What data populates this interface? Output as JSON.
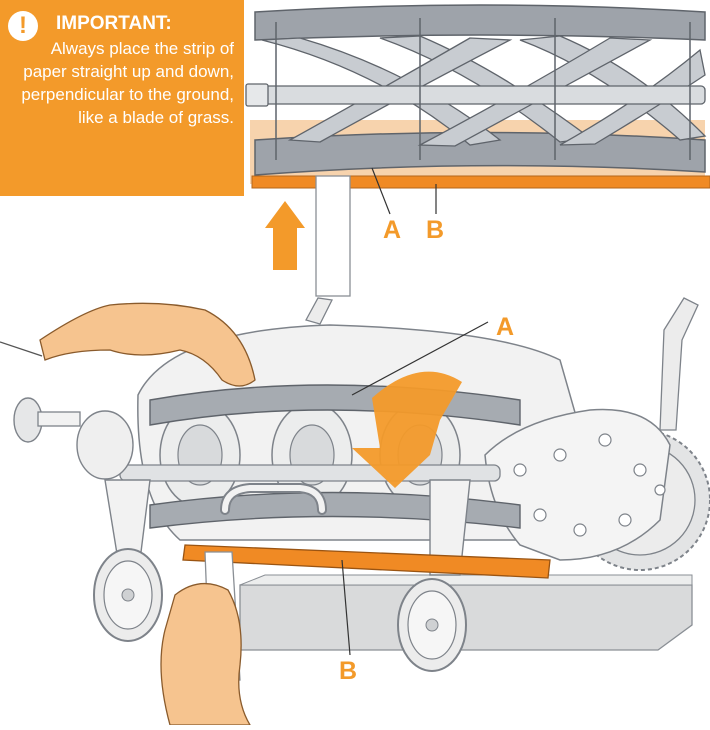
{
  "callout": {
    "icon": "exclamation-icon",
    "icon_glyph": "!",
    "title": "IMPORTANT:",
    "text": "Always place the strip of paper straight up and down, perpendicular to the ground, like a blade of grass."
  },
  "labels": {
    "top_a": "A",
    "top_b": "B",
    "bottom_a": "A",
    "bottom_b": "B"
  },
  "colors": {
    "accent": "#f39a2a",
    "blade_gray": "#9ea3aa",
    "bedknife_orange": "#f08a24",
    "skin": "#f6c48f"
  }
}
